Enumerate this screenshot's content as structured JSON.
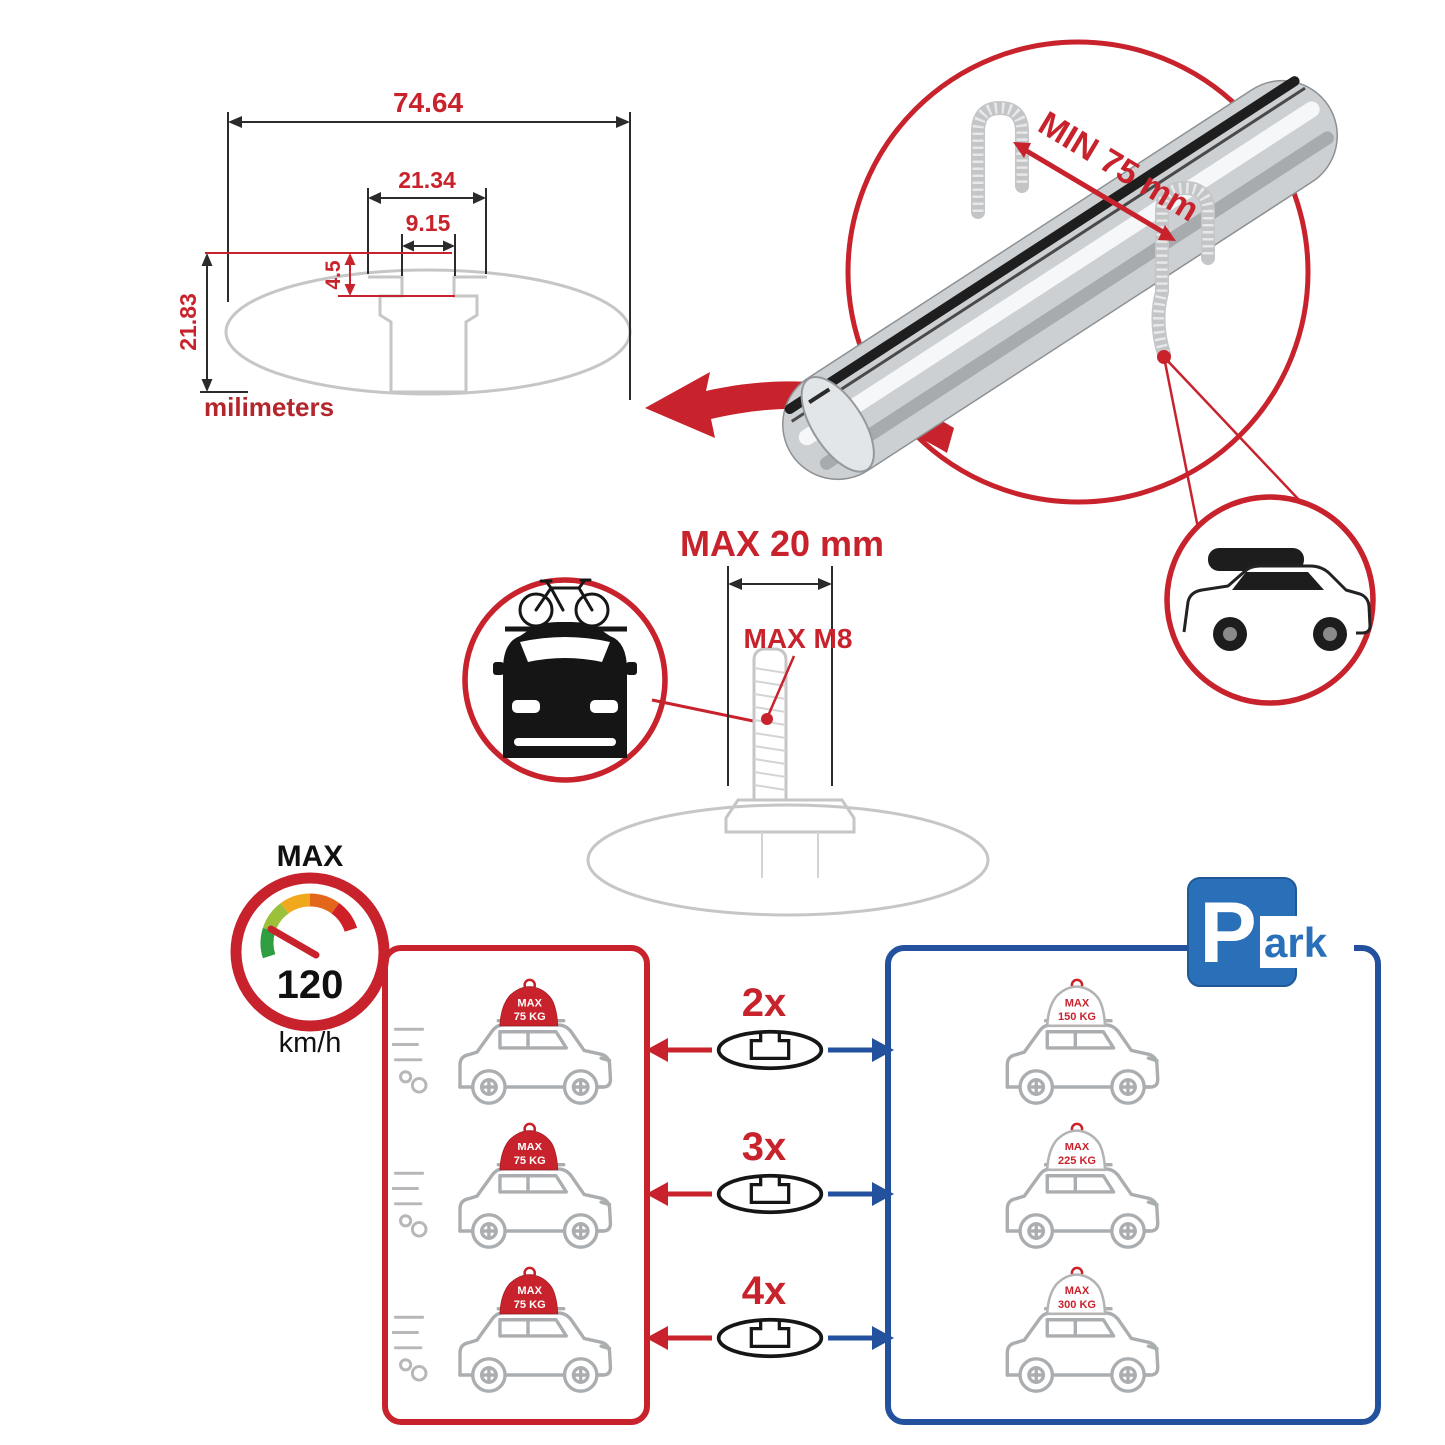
{
  "colors": {
    "red": "#c8232c",
    "blue_border": "#23519e",
    "park_blue": "#2a70b8",
    "ghost_gray": "#c6c6c6",
    "car_gray": "#abaeb0",
    "dark": "#1e1e1e"
  },
  "dimension_diagram": {
    "total_width": "74.64",
    "channel_width": "21.34",
    "slot_width": "9.15",
    "slot_depth": "4.5",
    "total_height": "21.83",
    "units": "milimeters"
  },
  "crossbar_detail": {
    "clamp_min": "MIN 75 mm"
  },
  "bolt_detail": {
    "max_length": "MAX 20 mm",
    "max_thread": "MAX M8"
  },
  "speed_limit": {
    "title": "MAX",
    "value": "120",
    "units": "km/h"
  },
  "park_sign": {
    "letter": "P",
    "suffix": "ark"
  },
  "driving_loads": [
    {
      "label": "MAX",
      "value": "75 KG"
    },
    {
      "label": "MAX",
      "value": "75 KG"
    },
    {
      "label": "MAX",
      "value": "75 KG"
    }
  ],
  "parked_loads": [
    {
      "label": "MAX",
      "value": "150 KG"
    },
    {
      "label": "MAX",
      "value": "225 KG"
    },
    {
      "label": "MAX",
      "value": "300 KG"
    }
  ],
  "multipliers": [
    {
      "label": "2x"
    },
    {
      "label": "3x"
    },
    {
      "label": "4x"
    }
  ],
  "icons": {
    "gauge": "speed-gauge-icon",
    "parking": "parking-sign-icon",
    "suv": "suv-icon",
    "crossbar_profile": "crossbar-profile-icon",
    "bicycle": "bicycle-icon",
    "car_front": "car-front-icon",
    "suv_roofbox": "suv-with-roofbox-icon"
  }
}
